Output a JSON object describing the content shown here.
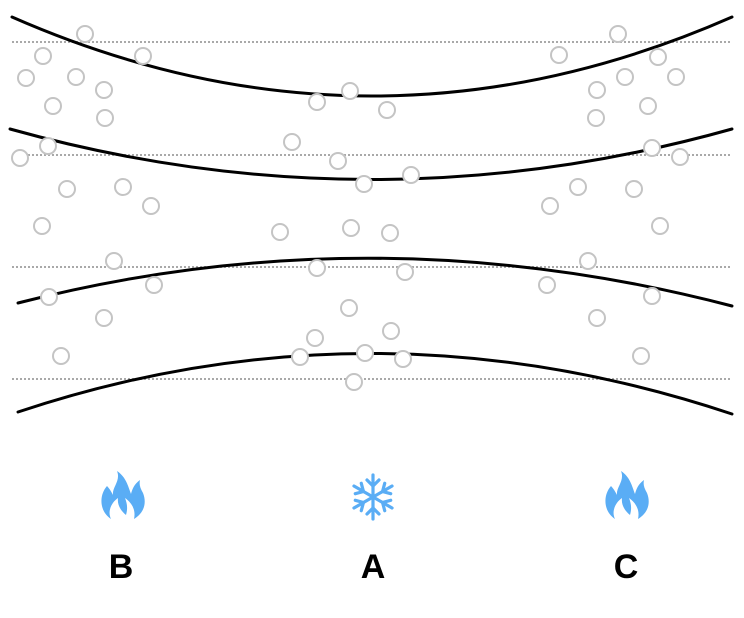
{
  "colors": {
    "curve": "#000000",
    "guide": "#a9a9a9",
    "particle": "#c4c4c4",
    "icon": "#5aadf5",
    "label": "#000000"
  },
  "regions": [
    {
      "id": "B",
      "label": "B",
      "icon": "flame-icon"
    },
    {
      "id": "A",
      "label": "A",
      "icon": "snowflake-icon"
    },
    {
      "id": "C",
      "label": "C",
      "icon": "flame-icon"
    }
  ]
}
